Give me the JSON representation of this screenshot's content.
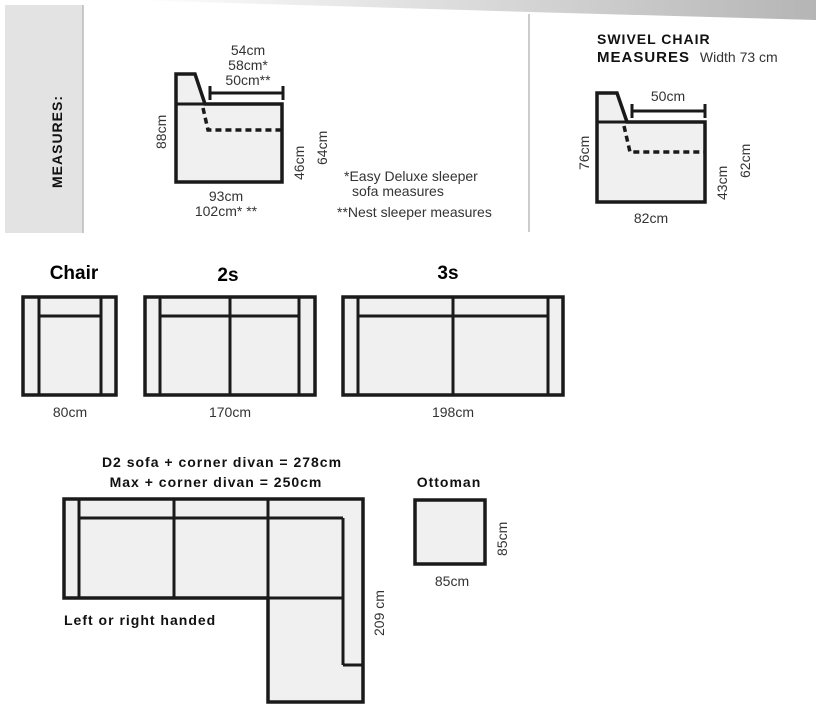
{
  "measures": {
    "side_label": "MEASURES:",
    "depth_options": [
      "54cm",
      "58cm*",
      "50cm**"
    ],
    "height_back": "88cm",
    "height_seat": "46cm",
    "height_arm": "64cm",
    "width_primary": "93cm",
    "width_alt": "102cm* **",
    "note_easy": "*Easy Deluxe sleeper",
    "note_easy_2": "sofa measures",
    "note_nest": "**Nest sleeper measures"
  },
  "swivel": {
    "title_line1": "SWIVEL CHAIR",
    "title_line2": "MEASURES",
    "width_note": "Width 73 cm",
    "seat_depth": "50cm",
    "height_back": "76cm",
    "height_seat": "43cm",
    "height_arm": "62cm",
    "width": "82cm"
  },
  "modules": [
    {
      "label": "Chair",
      "width": "80cm"
    },
    {
      "label": "2s",
      "width": "170cm"
    },
    {
      "label": "3s",
      "width": "198cm"
    }
  ],
  "corner": {
    "line1": "D2 sofa + corner divan = 278cm",
    "line2": "Max + corner divan = 250cm",
    "chaise_length": "209 cm",
    "handed_note": "Left or right handed"
  },
  "ottoman": {
    "label": "Ottoman",
    "width": "85cm",
    "depth": "85cm"
  }
}
